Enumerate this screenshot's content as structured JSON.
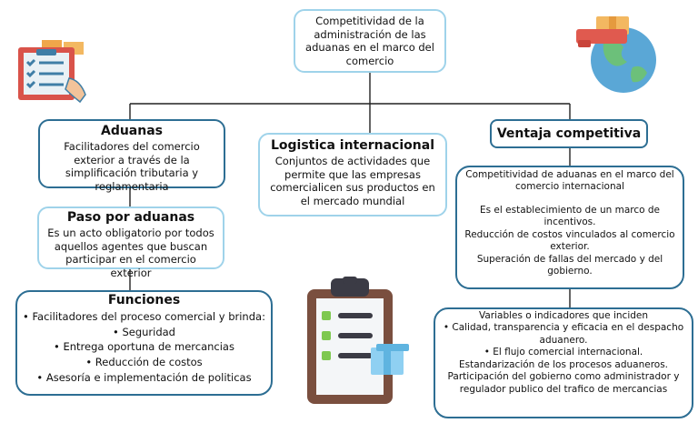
{
  "root": {
    "text": "Competitividad de la administración de las aduanas en el marco del comercio"
  },
  "aduanas": {
    "title": "Aduanas",
    "text": "Facilitadores del comercio exterior a través de la simplificación tributaria y reglamentaria"
  },
  "logistica": {
    "title": "Logistica internacional",
    "text": "Conjuntos de actividades que permite que las empresas comercialicen sus productos en el mercado mundial"
  },
  "ventaja": {
    "title": "Ventaja competitiva"
  },
  "paso": {
    "title": "Paso por aduanas",
    "text": "Es un acto obligatorio por todos aquellos agentes que buscan participar en el comercio exterior"
  },
  "funciones": {
    "title": "Funciones",
    "items": [
      "Facilitadores del proceso comercial y brinda:",
      "Seguridad",
      "Entrega oportuna de mercancias",
      "Reducción de costos",
      "Asesoría e implementación de politicas"
    ]
  },
  "competitividad": {
    "title": "Competitividad de aduanas en el marco del comercio internacional",
    "p1": "Es el establecimiento de un marco de incentivos.",
    "p2": "Reducción de costos vinculados al comercio exterior.",
    "p3": "Superación de fallas del mercado y del gobierno."
  },
  "variables": {
    "title": "Variables o indicadores que inciden",
    "b1": "Calidad, transparencia y eficacia en el despacho aduanero.",
    "b2": "El flujo comercial internacional.",
    "l3": "Estandarización de los procesos aduaneros.",
    "l4": "Participación del gobierno como administrador y regulador publico del trafico de mercancias"
  },
  "icons": [
    "checklist-board-icon",
    "globe-cargo-icon",
    "clipboard-checklist-icon"
  ],
  "colors": {
    "light_border": "#9fd3ea",
    "dark_border": "#2d6e93",
    "accent_red": "#e05a4f"
  }
}
